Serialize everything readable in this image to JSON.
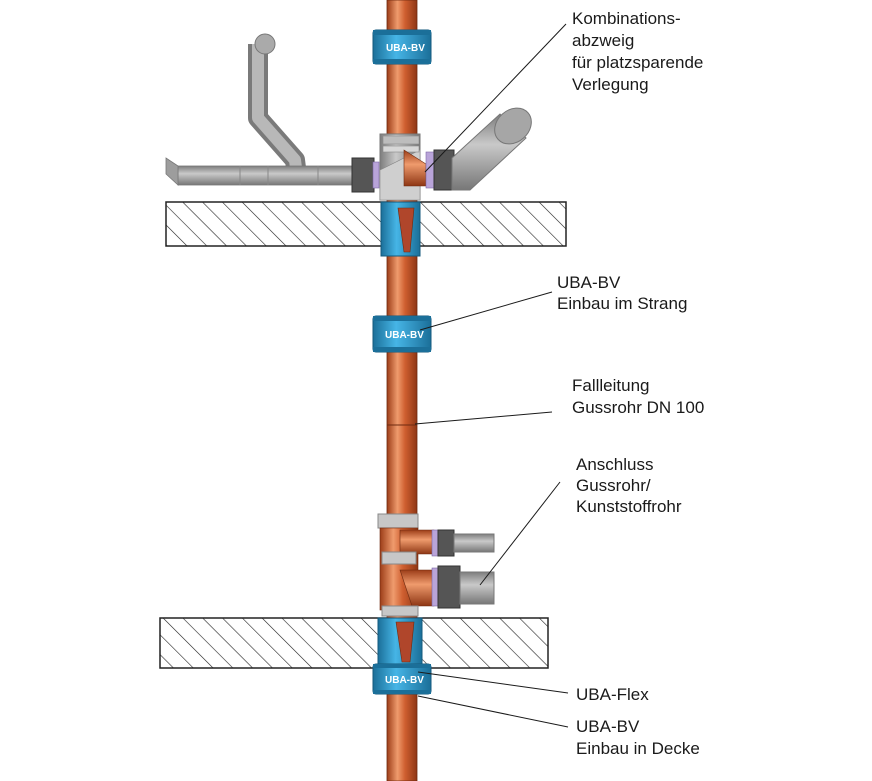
{
  "labels": {
    "kombi": [
      "Kombinations-",
      "abzweig",
      "für platzsparende",
      "Verlegung"
    ],
    "uba_strang": [
      "UBA-BV",
      "Einbau im Strang"
    ],
    "fallleitung": [
      "Fallleitung",
      "Gussrohr DN 100"
    ],
    "anschluss": [
      "Anschluss",
      "Gussrohr/",
      "Kunststoffrohr"
    ],
    "uba_flex": [
      "UBA-Flex"
    ],
    "uba_decke": [
      "UBA-BV",
      "Einbau in Decke"
    ]
  },
  "collar_tags": {
    "top": "UBA-BV",
    "middle": "UBA-BV",
    "bottom": "UBA-BV"
  },
  "colors": {
    "pipe": "#c8562a",
    "pipe_highlight": "#ee9a6e",
    "collar": "#2fa3d6",
    "collar_dark": "#1f7fab",
    "grey_pipe": "#9a9a9a",
    "slab_stroke": "#222222"
  }
}
